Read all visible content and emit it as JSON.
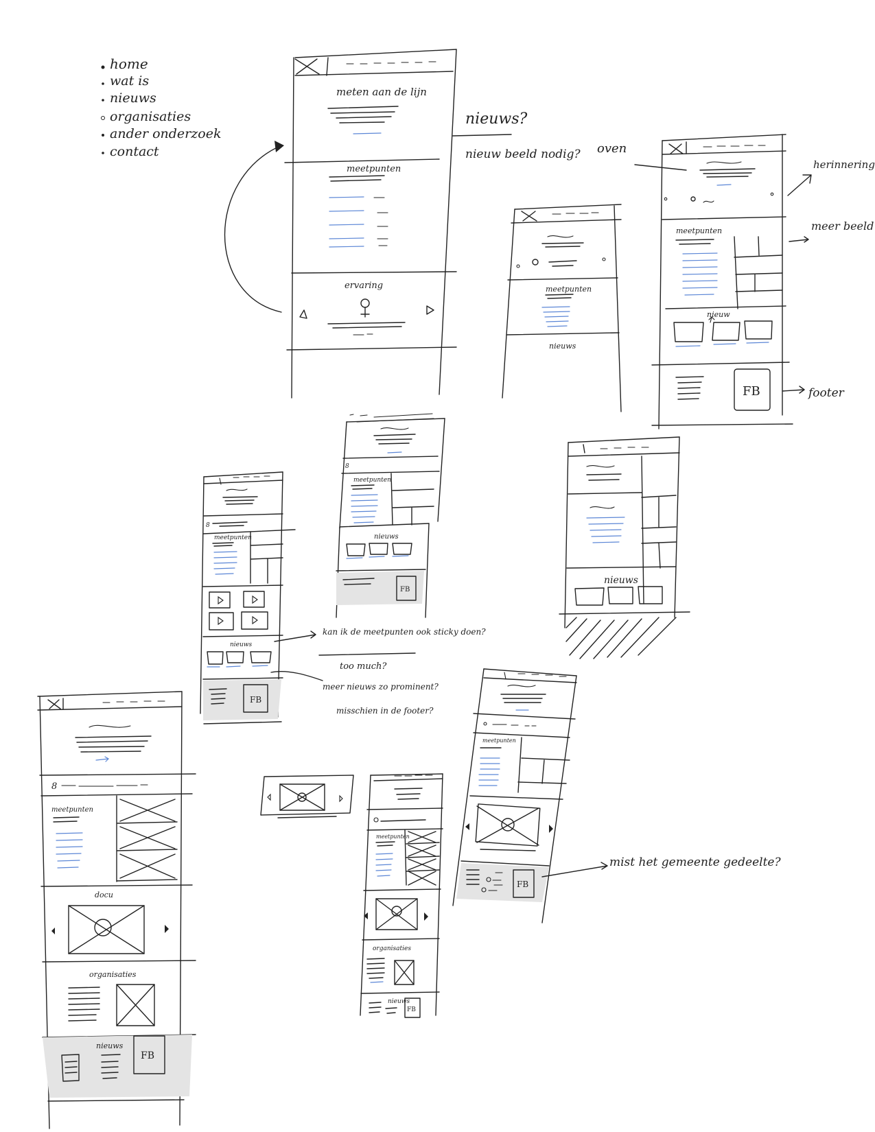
{
  "nav_list": [
    "home",
    "wat is",
    "nieuws",
    "organisaties",
    "ander onderzoek",
    "contact"
  ],
  "annotations": {
    "nieuws_q": "nieuws?",
    "nieuw_beeld": "nieuw beeld nodig?",
    "oven": "oven",
    "terinnering": "herinnering",
    "meer_beeld": "meer beeld",
    "footer": "footer",
    "sticky_q": "kan ik de meetpunten ook sticky doen?",
    "too_much": "too much?",
    "meer_nieuws": "meer nieuws zo prominent?",
    "misschien": "misschien in de footer?",
    "mist": "mist het gemeente gedeelte?"
  },
  "labels": {
    "main_title": "meten aan de lijn",
    "meetpunten": "meetpunten",
    "ervaring": "ervaring",
    "nieuws": "nieuws",
    "nieuw": "nieuw",
    "docu": "docu",
    "organisaties": "organisaties",
    "fb": "FB"
  }
}
